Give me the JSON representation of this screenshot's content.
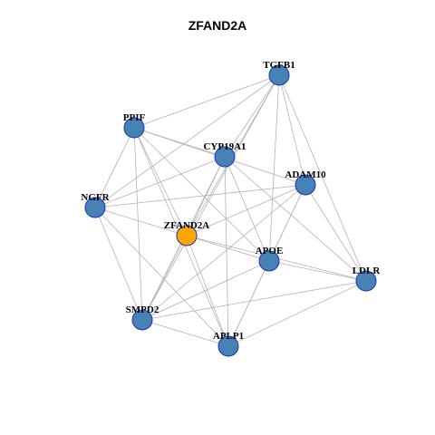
{
  "title": "ZFAND2A",
  "colors": {
    "node": "#4682b4",
    "highlight": "#ffa500",
    "edge": "#b3b3b3",
    "border": "#1c2fbf"
  },
  "nodes": [
    {
      "id": "TGFB1",
      "label": "TGFB1",
      "highlight": false
    },
    {
      "id": "PPIF",
      "label": "PPIF",
      "highlight": false
    },
    {
      "id": "CYP19A1",
      "label": "CYP19A1",
      "highlight": false
    },
    {
      "id": "ADAM10",
      "label": "ADAM10",
      "highlight": false
    },
    {
      "id": "NGFR",
      "label": "NGFR",
      "highlight": false
    },
    {
      "id": "ZFAND2A",
      "label": "ZFAND2A",
      "highlight": true
    },
    {
      "id": "APOE",
      "label": "APOE",
      "highlight": false
    },
    {
      "id": "LDLR",
      "label": "LDLR",
      "highlight": false
    },
    {
      "id": "SMPD2",
      "label": "SMPD2",
      "highlight": false
    },
    {
      "id": "APLP1",
      "label": "APLP1",
      "highlight": false
    }
  ],
  "edges": [
    [
      "TGFB1",
      "PPIF"
    ],
    [
      "TGFB1",
      "CYP19A1"
    ],
    [
      "TGFB1",
      "NGFR"
    ],
    [
      "TGFB1",
      "ZFAND2A"
    ],
    [
      "TGFB1",
      "APOE"
    ],
    [
      "TGFB1",
      "LDLR"
    ],
    [
      "TGFB1",
      "SMPD2"
    ],
    [
      "TGFB1",
      "ADAM10"
    ],
    [
      "PPIF",
      "CYP19A1"
    ],
    [
      "PPIF",
      "ADAM10"
    ],
    [
      "PPIF",
      "NGFR"
    ],
    [
      "PPIF",
      "ZFAND2A"
    ],
    [
      "PPIF",
      "APOE"
    ],
    [
      "PPIF",
      "SMPD2"
    ],
    [
      "PPIF",
      "APLP1"
    ],
    [
      "CYP19A1",
      "NGFR"
    ],
    [
      "CYP19A1",
      "ZFAND2A"
    ],
    [
      "CYP19A1",
      "APOE"
    ],
    [
      "CYP19A1",
      "LDLR"
    ],
    [
      "CYP19A1",
      "SMPD2"
    ],
    [
      "CYP19A1",
      "APLP1"
    ],
    [
      "ADAM10",
      "NGFR"
    ],
    [
      "ADAM10",
      "ZFAND2A"
    ],
    [
      "ADAM10",
      "APOE"
    ],
    [
      "ADAM10",
      "LDLR"
    ],
    [
      "ADAM10",
      "SMPD2"
    ],
    [
      "ADAM10",
      "APLP1"
    ],
    [
      "NGFR",
      "ZFAND2A"
    ],
    [
      "NGFR",
      "SMPD2"
    ],
    [
      "NGFR",
      "APLP1"
    ],
    [
      "ZFAND2A",
      "APOE"
    ],
    [
      "ZFAND2A",
      "LDLR"
    ],
    [
      "ZFAND2A",
      "SMPD2"
    ],
    [
      "ZFAND2A",
      "APLP1"
    ],
    [
      "APOE",
      "LDLR"
    ],
    [
      "APOE",
      "SMPD2"
    ],
    [
      "APOE",
      "APLP1"
    ],
    [
      "LDLR",
      "SMPD2"
    ],
    [
      "LDLR",
      "APLP1"
    ],
    [
      "SMPD2",
      "APLP1"
    ]
  ]
}
